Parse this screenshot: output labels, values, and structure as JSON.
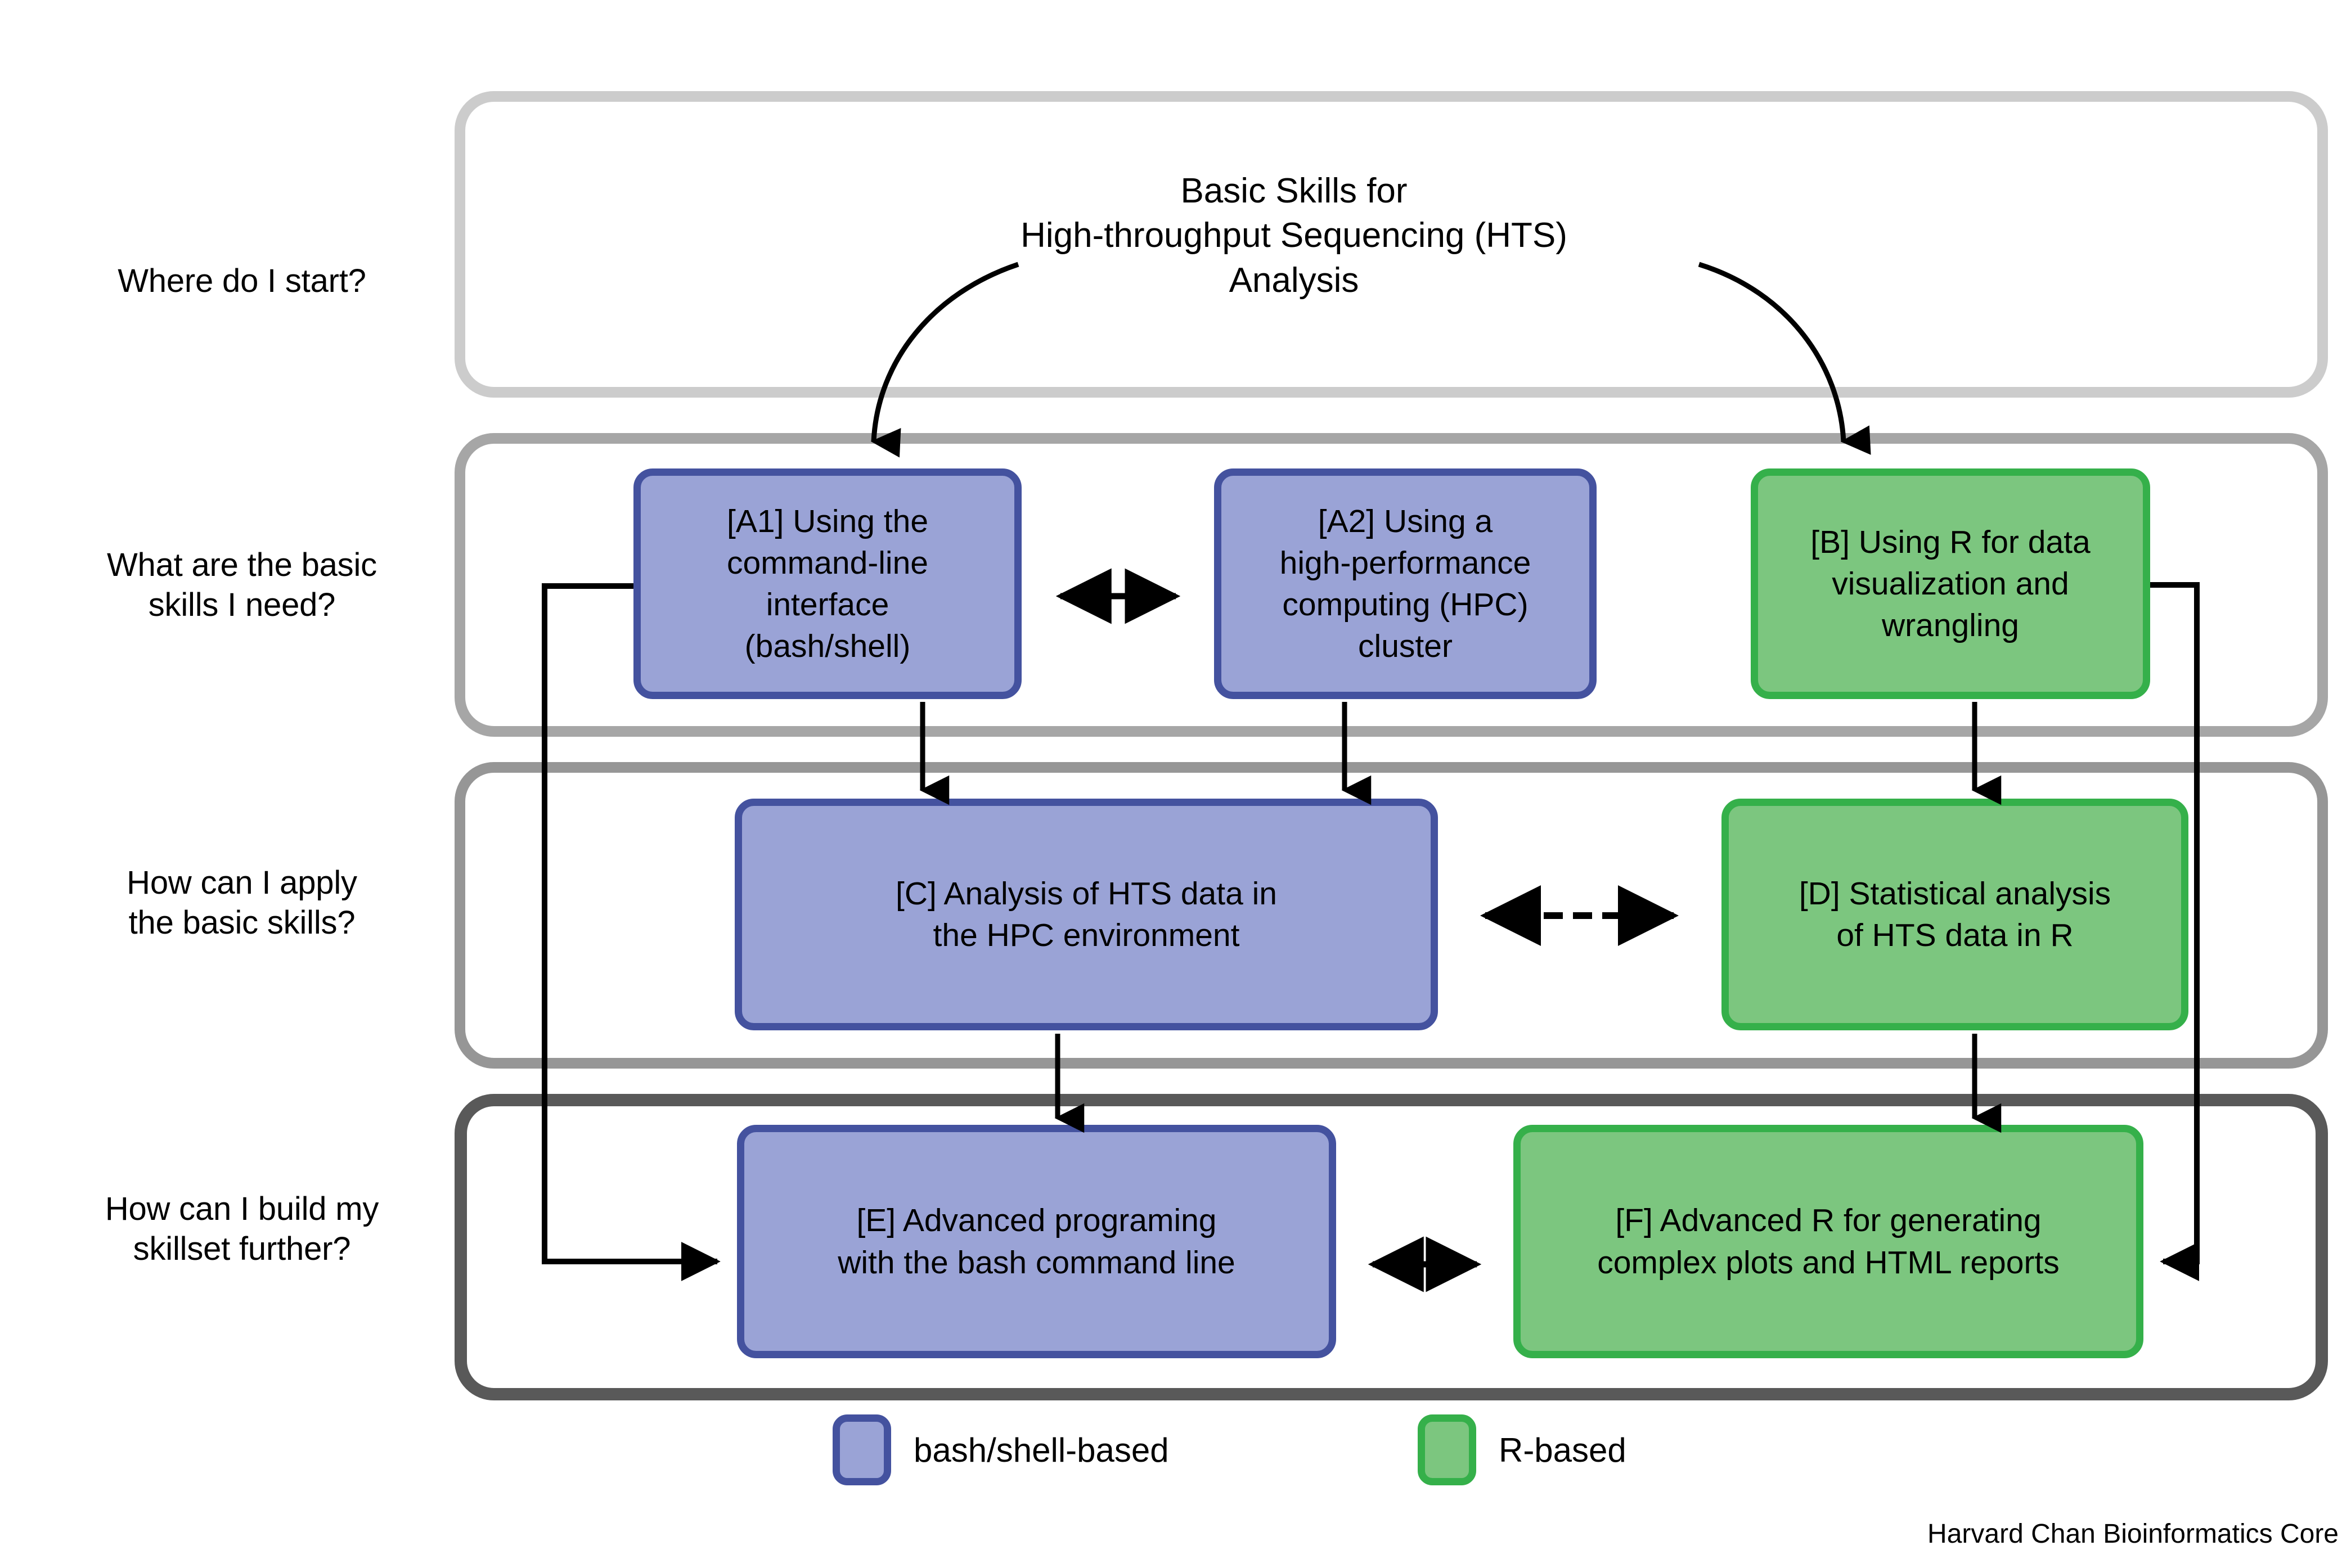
{
  "diagram": {
    "title": "Basic Skills for\nHigh-throughput Sequencing (HTS)\nAnalysis",
    "credit": "Harvard Chan Bioinformatics Core"
  },
  "rows": [
    {
      "question": "Where do I start?"
    },
    {
      "question": "What are the basic\nskills I need?"
    },
    {
      "question": "How can I apply\nthe basic skills?"
    },
    {
      "question": "How can I build my\nskillset further?"
    }
  ],
  "nodes": {
    "a1": "[A1] Using the\ncommand-line\ninterface\n(bash/shell)",
    "a2": "[A2] Using a\nhigh-performance\ncomputing (HPC)\ncluster",
    "b": "[B] Using R for data\nvisualization and\nwrangling",
    "c": "[C] Analysis of HTS data in\nthe HPC environment",
    "d": "[D] Statistical analysis\nof HTS data in R",
    "e": "[E] Advanced programing\nwith the bash command line",
    "f": "[F] Advanced R for generating\ncomplex plots and HTML reports"
  },
  "legend": {
    "bash_label": "bash/shell-based",
    "r_label": "R-based"
  },
  "colors": {
    "blue_fill": "#9aa3d6",
    "blue_border": "#44529f",
    "green_fill": "#7cc67f",
    "green_border": "#35b04a",
    "band_1": "#cccccc",
    "band_2": "#a6a6a6",
    "band_3": "#969696",
    "band_4": "#595959",
    "connector": "#000000"
  },
  "connections": [
    {
      "from": "title",
      "to": "a1",
      "style": "curved-arrow"
    },
    {
      "from": "title",
      "to": "b",
      "style": "curved-arrow"
    },
    {
      "from": "a1",
      "to": "a2",
      "style": "double-arrow-solid"
    },
    {
      "from": "a1",
      "to": "c",
      "style": "arrow-down"
    },
    {
      "from": "a2",
      "to": "c",
      "style": "arrow-down"
    },
    {
      "from": "b",
      "to": "d",
      "style": "arrow-down"
    },
    {
      "from": "c",
      "to": "d",
      "style": "double-arrow-dashed"
    },
    {
      "from": "c",
      "to": "e",
      "style": "arrow-down"
    },
    {
      "from": "d",
      "to": "f",
      "style": "arrow-down"
    },
    {
      "from": "a1",
      "to": "e",
      "style": "elbow-arrow-left"
    },
    {
      "from": "b",
      "to": "f",
      "style": "elbow-arrow-right"
    },
    {
      "from": "e",
      "to": "f",
      "style": "double-arrow-solid"
    }
  ]
}
